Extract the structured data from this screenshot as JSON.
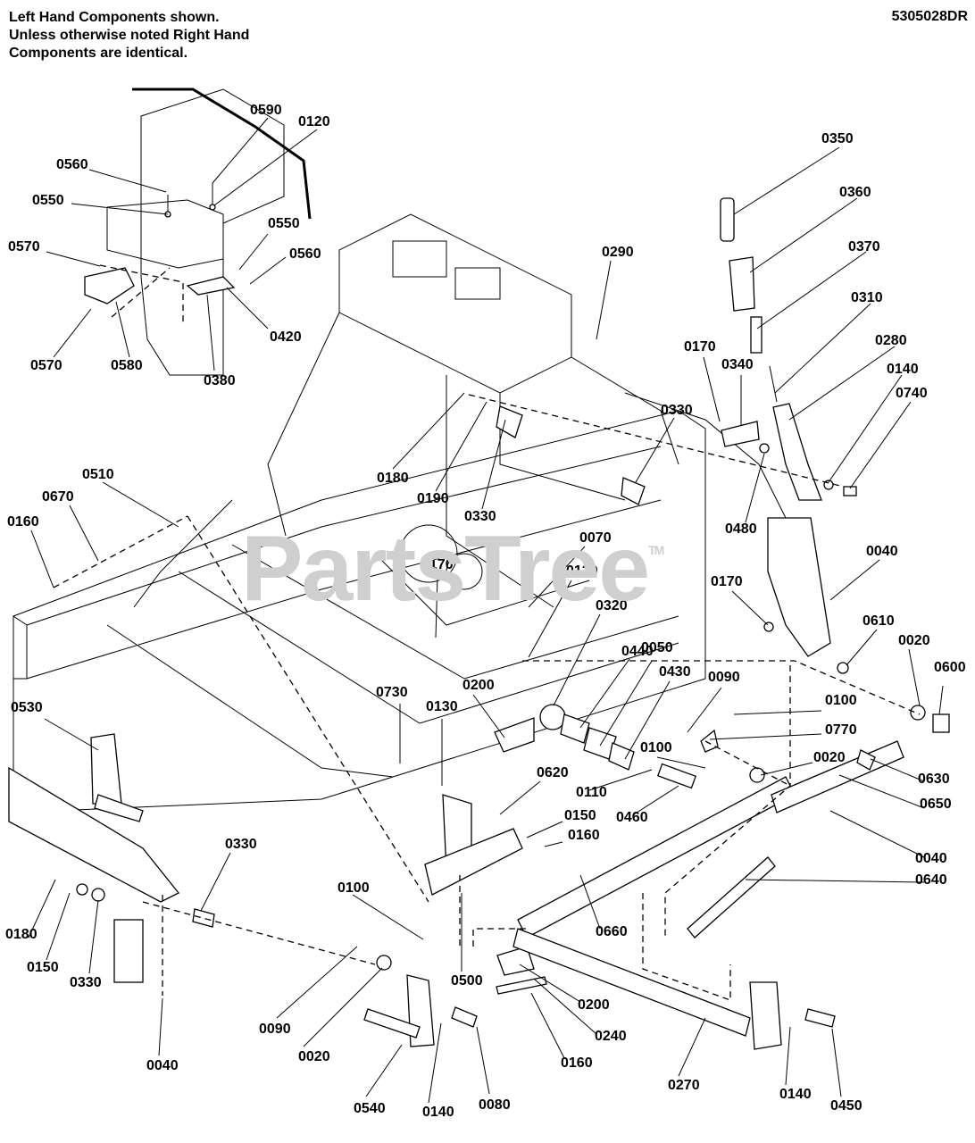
{
  "header": {
    "note_lines": [
      "Left Hand Components shown.",
      "Unless otherwise noted Right Hand",
      "Components are identical."
    ],
    "diagram_number": "5305028DR"
  },
  "watermark": {
    "text": "PartsTree",
    "mark": "TM"
  },
  "callouts": [
    "0590",
    "0120",
    "0560",
    "0550",
    "0550",
    "0560",
    "0570",
    "0570",
    "0580",
    "0380",
    "0420",
    "0350",
    "0360",
    "0370",
    "0310",
    "0290",
    "0280",
    "0170",
    "0340",
    "0140",
    "0740",
    "0180",
    "0190",
    "0330",
    "0330",
    "0480",
    "0510",
    "0670",
    "0160",
    "0070",
    "0170",
    "0130",
    "0040",
    "0170",
    "0320",
    "0440",
    "0050",
    "0430",
    "0610",
    "0020",
    "0600",
    "0090",
    "0100",
    "0770",
    "0730",
    "0130",
    "0200",
    "0100",
    "0530",
    "0110",
    "0460",
    "0020",
    "0630",
    "0620",
    "0150",
    "0160",
    "0650",
    "0040",
    "0330",
    "0100",
    "0640",
    "0180",
    "0150",
    "0330",
    "0660",
    "0500",
    "0090",
    "0200",
    "0240",
    "0020",
    "0160",
    "0040",
    "0540",
    "0140",
    "0080",
    "0270",
    "0140",
    "0450"
  ]
}
